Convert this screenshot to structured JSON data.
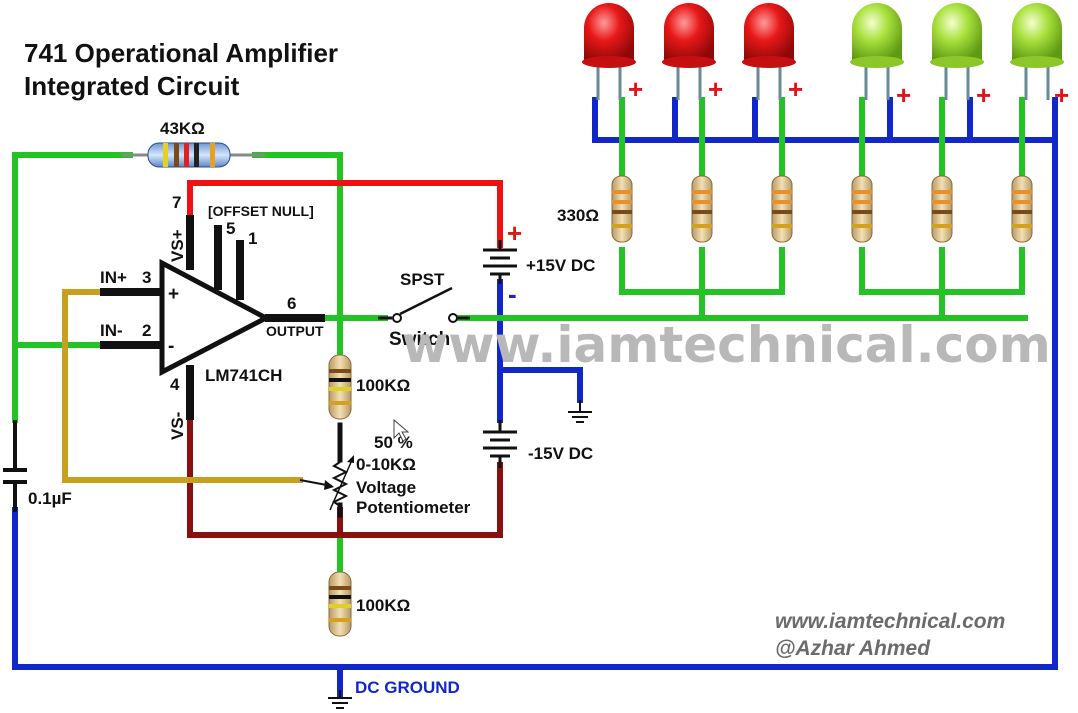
{
  "title": {
    "line1": "741 Operational Amplifier",
    "line2": "Integrated Circuit"
  },
  "watermark": "www.iamtechnical.com",
  "credit": {
    "site": "www.iamtechnical.com",
    "author": "@Azhar Ahmed"
  },
  "ic": {
    "part": "LM741CH",
    "pin_labels": {
      "in_plus": "IN+",
      "in_minus": "IN-",
      "vs_plus": "VS+",
      "vs_minus": "VS-",
      "offset_null": "[OFFSET NULL]",
      "output": "OUTPUT"
    },
    "pin_numbers": {
      "in_plus": "3",
      "in_minus": "2",
      "vs_plus": "7",
      "vs_minus": "4",
      "offset_a": "5",
      "offset_b": "1",
      "output": "6"
    },
    "polarity": {
      "plus": "+",
      "minus": "-"
    }
  },
  "components": {
    "feedback_resistor": "43KΩ",
    "led_resistor": "330Ω",
    "top_resistor": "100KΩ",
    "bottom_resistor": "100KΩ",
    "pot_setting": "50 %",
    "pot_range": "0-10KΩ",
    "pot_label_1": "Voltage",
    "pot_label_2": "Potentiometer",
    "capacitor": "0.1µF",
    "switch_type": "SPST",
    "switch_label": "Switch",
    "pos_supply": "+15V DC",
    "neg_supply": "-15V DC",
    "ground": "DC GROUND",
    "battery_plus": "+",
    "battery_minus": "-",
    "led_plus": "+"
  },
  "colors": {
    "wire_green": "#22c322",
    "wire_blue": "#1227c8",
    "wire_red": "#ee1111",
    "wire_darkred": "#8a1010",
    "wire_gold": "#c8a020",
    "led_red": "#e01010",
    "led_green": "#9ad830"
  }
}
